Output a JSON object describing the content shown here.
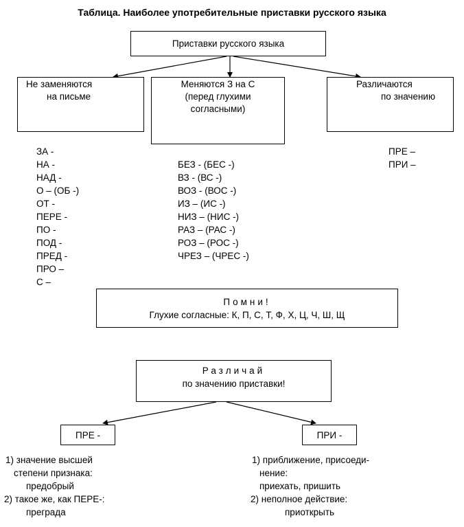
{
  "title": "Таблица. Наиболее употребительные приставки русского языка",
  "root": "Приставки русского языка",
  "categories": [
    {
      "line1": "Не заменяются",
      "line2": "на письме",
      "line3": ""
    },
    {
      "line1": "Меняются З на С",
      "line2": "(перед глухими",
      "line3": "согласными)"
    },
    {
      "line1": "Различаются",
      "line2": "по значению",
      "line3": ""
    }
  ],
  "columns": {
    "unchanged": [
      "ЗА -",
      "НА -",
      "НАД -",
      "О – (ОБ -)",
      "ОТ -",
      "ПЕРЕ -",
      "ПО -",
      "ПОД -",
      "ПРЕД -",
      "ПРО –",
      "С –"
    ],
    "z_to_s": [
      "БЕЗ - (БЕС -)",
      "ВЗ - (ВС -)",
      "ВОЗ - (ВОС -)",
      "ИЗ – (ИС -)",
      "НИЗ – (НИС -)",
      "РАЗ – (РАС -)",
      "РОЗ – (РОС -)",
      "ЧРЕЗ – (ЧРЕС -)"
    ],
    "meaning": [
      "ПРЕ –",
      "ПРИ –"
    ]
  },
  "remember": {
    "heading": "Помни!",
    "text": "Глухие согласные: К, П, С, Т, Ф, Х, Ц, Ч, Ш, Щ"
  },
  "distinguish": {
    "heading": "Различай",
    "text": "по значению приставки!"
  },
  "pre": {
    "label": "ПРЕ -",
    "lines": [
      "1)  значение высшей",
      "степени признака:",
      "предобрый",
      "2) такое же, как ПЕРЕ-:",
      "преграда"
    ]
  },
  "pri": {
    "label": "ПРИ -",
    "lines": [
      "1) приближение, присоеди-",
      "нение:",
      "приехать,    пришить",
      "2) неполное действие:",
      "приоткрыть"
    ]
  }
}
